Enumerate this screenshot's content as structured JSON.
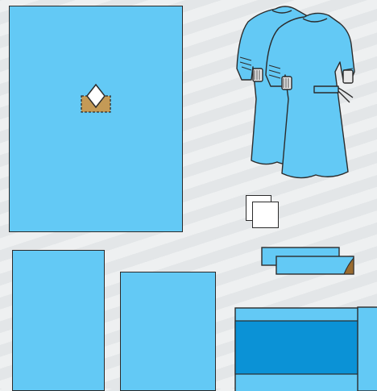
{
  "colors": {
    "drape_blue": "#63c9f5",
    "drape_dark_blue": "#0b92d6",
    "reinforcement_tan": "#c49a56",
    "outline": "#2b2b2b",
    "towel_white": "#ffffff",
    "background_stripe_light": "#eef0f1",
    "background_stripe_dark": "#e3e6e8"
  },
  "items": [
    {
      "name": "large-fenestrated-drape",
      "kind": "drape with diamond fenestration and reinforced patch"
    },
    {
      "name": "surgical-gowns",
      "kind": "two gowns, one behind the other, with belt ties and knit cuffs"
    },
    {
      "name": "hand-towels",
      "kind": "two stacked white towels"
    },
    {
      "name": "adhesive-tapes",
      "kind": "two stacked blue tape strips"
    },
    {
      "name": "side-drape",
      "kind": "plain drape"
    },
    {
      "name": "small-drape",
      "kind": "plain drape"
    },
    {
      "name": "table-cover",
      "kind": "table cover with dark reinforced band"
    }
  ]
}
